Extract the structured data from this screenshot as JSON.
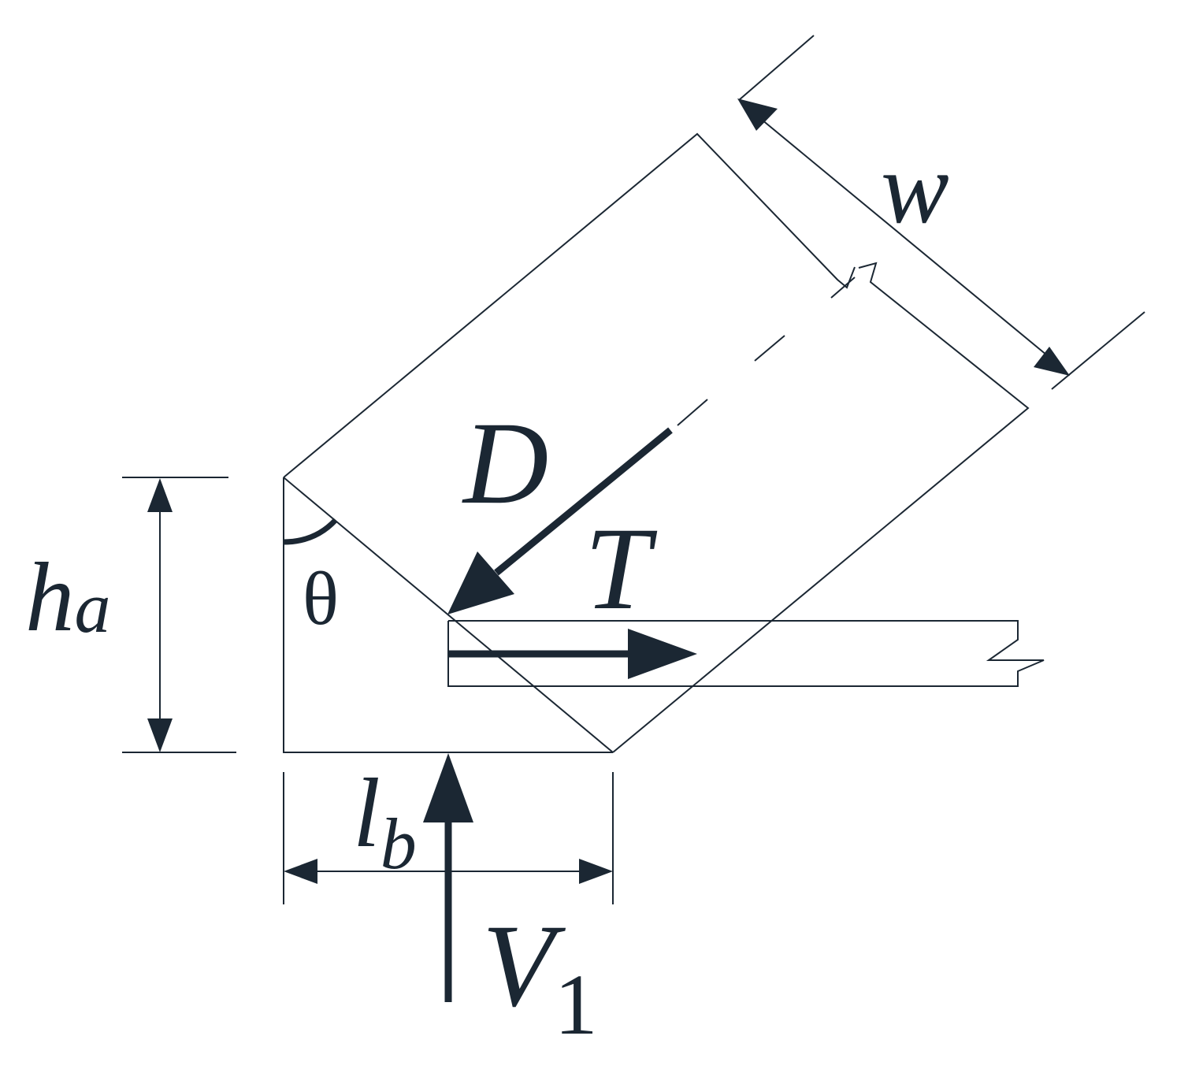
{
  "colors": {
    "ink": "#1b2733",
    "background": "#ffffff"
  },
  "labels": {
    "compression": "D",
    "tension": "T",
    "width": "w",
    "angle": "θ",
    "height_main": "h",
    "height_sub": "a",
    "length_main": "l",
    "length_sub": "b",
    "shear_main": "V",
    "shear_sub": "1"
  }
}
